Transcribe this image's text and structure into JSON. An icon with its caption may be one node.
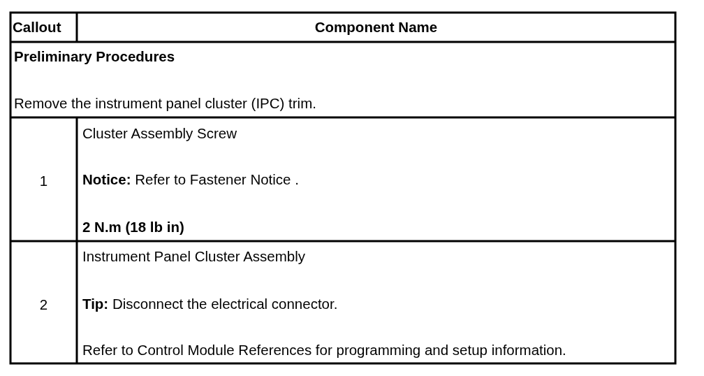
{
  "diagram": {
    "labels": [
      "Callout",
      "Component Name",
      "Preliminary Procedures",
      "Remove the instrument panel cluster (IPC) trim.",
      "1",
      "Cluster Assembly Screw",
      "**Notice:** Refer to Fastener Notice .",
      "2 N.m (18 lb in)",
      "2",
      "Instrument Panel Cluster Assembly",
      "**Tip:** Disconnect the electrical connector.",
      "Refer to Control Module References for programming and setup information."
    ]
  }
}
